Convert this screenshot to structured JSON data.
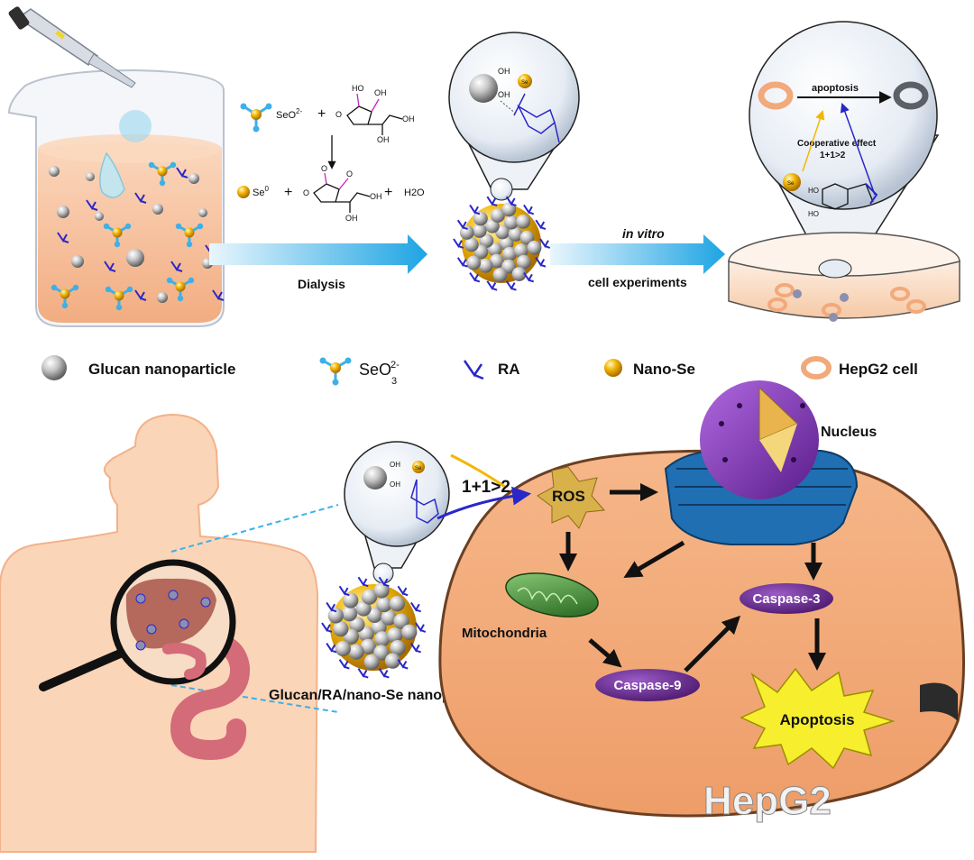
{
  "synthesis": {
    "reaction": {
      "reactant_ion": "SeO",
      "reactant_ion_sub": "3",
      "reactant_ion_sup": "2-",
      "plus": "+",
      "product_se": "Se",
      "product_se_sup": "0",
      "water": "H2O"
    },
    "arrow_dialysis": "Dialysis",
    "arrow_vitro_top": "in vitro",
    "arrow_vitro_bottom": "cell experiments",
    "inset": {
      "oh_top": "OH",
      "oh_bottom": "OH",
      "se": "Se"
    },
    "dish_inset": {
      "apoptosis": "apoptosis",
      "coop_line1": "Cooperative effect",
      "coop_line2": "1+1>2",
      "se": "Se",
      "ho1": "HO",
      "ho2": "HO"
    }
  },
  "legend": [
    {
      "label": "Glucan nanoparticle",
      "icon": "gray-sphere-icon"
    },
    {
      "label": "SeO",
      "sub": "3",
      "sup": "2-",
      "icon": "selenite-molecule-icon"
    },
    {
      "label": "RA",
      "icon": "ra-molecule-icon"
    },
    {
      "label": "Nano-Se",
      "icon": "gold-sphere-icon"
    },
    {
      "label": "HepG2 cell",
      "icon": "cell-ring-icon"
    }
  ],
  "mechanism": {
    "synergy": "1+1>2",
    "ros": "ROS",
    "nucleus": "Nucleus",
    "mitochondria": "Mitochondria",
    "caspase9": "Caspase-9",
    "caspase3": "Caspase-3",
    "apoptosis": "Apoptosis",
    "cell_name": "HepG2",
    "nanoparticle_label": "Glucan/RA/nano-Se nanoparticle",
    "inset_oh_top": "OH",
    "inset_oh_bottom": "OH",
    "inset_se": "Se"
  },
  "colors": {
    "arrow_blue": "#2aa7e0",
    "cell_orange": "#f3a877",
    "nucleus_purple": "#7a2fb0",
    "nucleus_blue": "#1f6fb2",
    "caspase_purple": "#6b2c91",
    "starburst_yellow": "#f7ee2d",
    "ros_gold": "#d9b14a",
    "mito_green": "#2f7a25",
    "body_skin": "#f7c9a7",
    "liver": "#b5685c",
    "intestine": "#d46b78",
    "ra_blue": "#2a27c9",
    "se_gold": "#f2b705"
  }
}
